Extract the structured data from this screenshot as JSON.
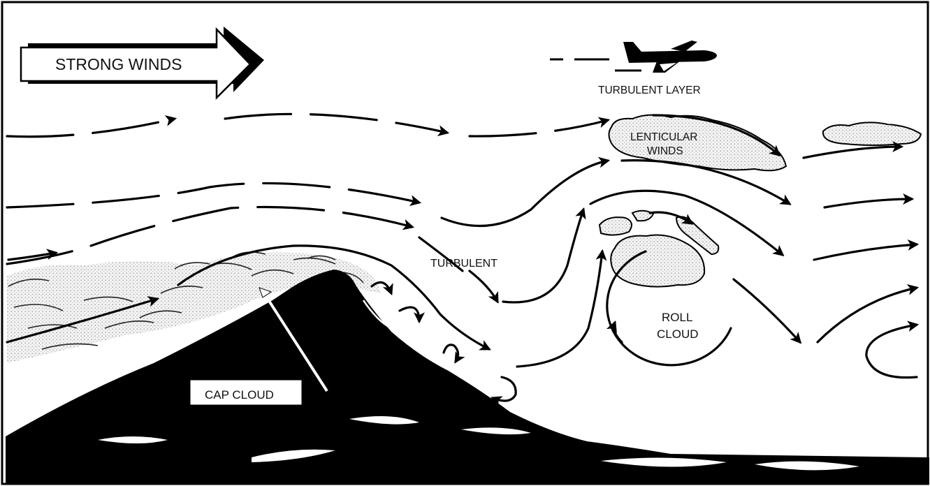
{
  "diagram": {
    "labels": {
      "strong_winds": "STRONG WINDS",
      "turbulent_layer": "TURBULENT LAYER",
      "lenticular_line1": "LENTICULAR",
      "lenticular_line2": "WINDS",
      "turbulent": "TURBULENT",
      "roll_line1": "ROLL",
      "roll_line2": "CLOUD",
      "cap_cloud": "CAP CLOUD"
    },
    "icons": [
      "airplane-icon",
      "wind-direction-arrow-icon"
    ],
    "colors": {
      "ink": "#000000",
      "paper": "#ffffff",
      "cloud_stipple": "#b8b8b8"
    }
  }
}
